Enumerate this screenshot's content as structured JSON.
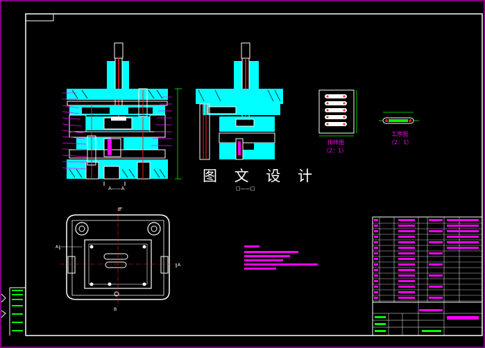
{
  "watermark": "图 文 设 计",
  "labels": {
    "section_a": "A——A",
    "section_b": "□——□",
    "layout_title": "排样图",
    "layout_scale": "（2：1）",
    "part_title": "工序图",
    "part_scale": "（2：1）",
    "arrow_a": "A",
    "arrow_b": "B"
  },
  "colors": {
    "background": "#000000",
    "cyan": "#00ffff",
    "white": "#ffffff",
    "magenta": "#ff00ff",
    "green": "#00ff00",
    "red": "#ff2020",
    "yellow": "#ffff00"
  }
}
